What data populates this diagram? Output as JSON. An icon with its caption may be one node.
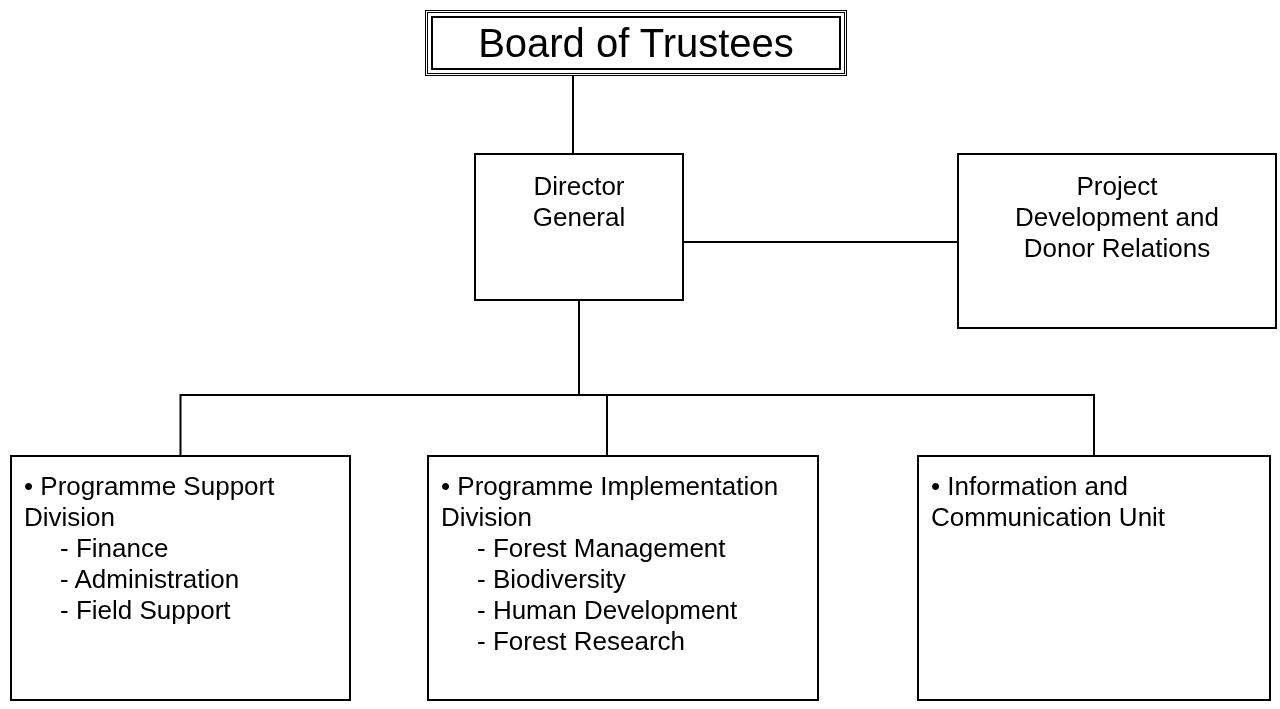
{
  "diagram": {
    "nodes": [
      {
        "text": [
          "Board of Trustees"
        ]
      },
      {
        "text": [
          "Director General"
        ]
      },
      {
        "text": [
          "Project Development and Donor Relations"
        ]
      },
      {
        "text": [
          "• Programme Support Division",
          "- Finance",
          "- Administration",
          "- Field Support"
        ]
      },
      {
        "text": [
          "• Programme Implementation Division",
          "- Forest Management",
          "- Biodiversity",
          "- Human Development",
          "- Forest Research"
        ]
      },
      {
        "text": [
          "• Information and Communication Unit"
        ]
      }
    ],
    "edges": [
      {
        "from": 0,
        "to": 1,
        "arrow": "none"
      },
      {
        "from": 1,
        "to": 2,
        "arrow": "none"
      },
      {
        "from": 1,
        "to": 3,
        "arrow": "none"
      },
      {
        "from": 1,
        "to": 4,
        "arrow": "none"
      },
      {
        "from": 1,
        "to": 5,
        "arrow": "none"
      }
    ]
  }
}
